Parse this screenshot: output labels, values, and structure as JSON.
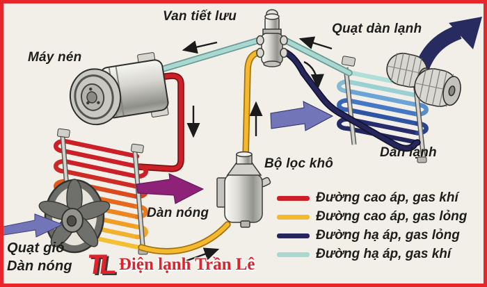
{
  "labels": {
    "van_tiet_luu": "Van tiết lưu",
    "may_nen": "Máy nén",
    "quat_dan_lanh": "Quạt dàn lạnh",
    "dan_lanh": "Dàn lạnh",
    "bo_loc_kho": "Bộ lọc khô",
    "dan_nong": "Dàn nóng",
    "quat_gio_line1": "Quạt gió",
    "quat_gio_line2": "Dàn nóng"
  },
  "legend": {
    "items": [
      {
        "label": "Đường cao áp, gas khí",
        "color": "#cb2028"
      },
      {
        "label": "Đường cao áp, gas lỏng",
        "color": "#f4b92e"
      },
      {
        "label": "Đường hạ áp, gas lỏng",
        "color": "#26265c"
      },
      {
        "label": "Đường hạ áp, gas khí",
        "color": "#a9d8d0"
      }
    ]
  },
  "watermark": {
    "logo": "TL",
    "text": "Điện lạnh Trần Lê"
  },
  "colors": {
    "background": "#f2efe9",
    "border_red": "#e6262b",
    "pipe_high_gas": "#cb2028",
    "pipe_high_liquid": "#f4b92e",
    "pipe_low_liquid": "#26265c",
    "pipe_low_gas": "#a9d8d0",
    "arrow_black": "#1b1b1b",
    "arrow_navy": "#272b5f",
    "arrow_blue": "#7276b8",
    "arrow_purple": "#8e2178",
    "label_text": "#1d1d1b",
    "watermark_red": "#e0222a"
  }
}
